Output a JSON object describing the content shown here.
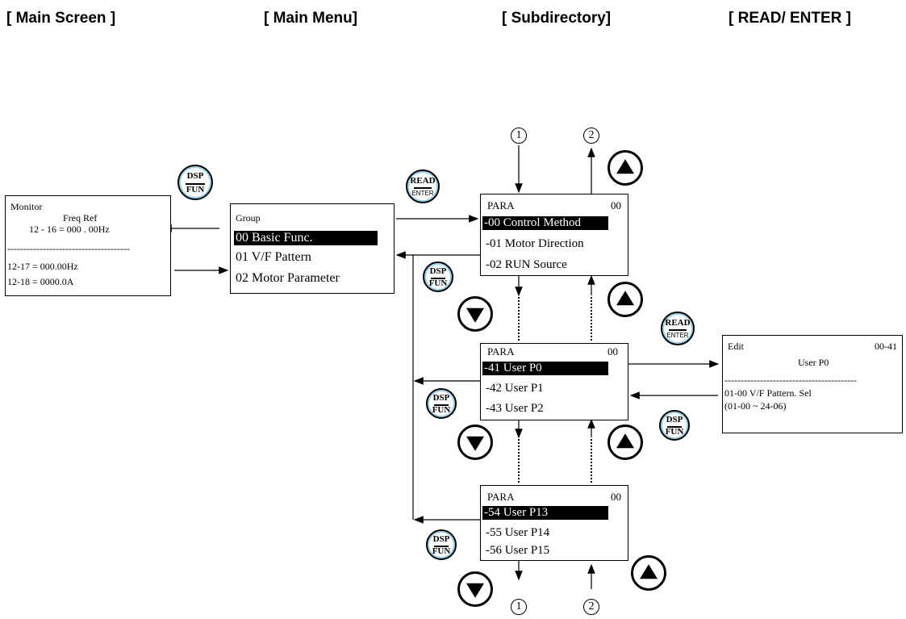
{
  "headers": {
    "main_screen": "[ Main Screen ]",
    "main_menu": "[ Main Menu]",
    "subdirectory": "[ Subdirectory]",
    "read_enter": "[ READ/ ENTER ]"
  },
  "monitor": {
    "title": "Monitor",
    "freq_ref": "Freq Ref",
    "freq_line": "12  -  16 = 000 . 00Hz",
    "dashes": "--------------------------------------",
    "line2": "12-17 = 000.00Hz",
    "line3": "12-18 = 0000.0A"
  },
  "group": {
    "title": "Group",
    "items": [
      "00 Basic Func.",
      "01 V/F Pattern",
      "02 Motor Parameter"
    ]
  },
  "para_boxes": [
    {
      "title": "PARA",
      "code": "00",
      "items": [
        "-00 Control Method",
        "-01 Motor Direction",
        "-02 RUN Source"
      ]
    },
    {
      "title": "PARA",
      "code": "00",
      "items": [
        "-41 User P0",
        "-42 User P1",
        "-43 User P2"
      ]
    },
    {
      "title": "PARA",
      "code": "00",
      "items": [
        "-54 User P13",
        "-55 User P14",
        "-56 User P15"
      ]
    }
  ],
  "edit": {
    "title": "Edit",
    "code": "00-41",
    "name": "User P0",
    "dashes": "-----------------------------------------",
    "param": "01-00     V/F  Pattern.  Sel",
    "range": "(01-00 ~ 24-06)"
  },
  "keys": {
    "dsp": "DSP",
    "fun": "FUN",
    "read": "READ",
    "enter": "ENTER"
  },
  "markers": {
    "one": "1",
    "two": "2"
  }
}
